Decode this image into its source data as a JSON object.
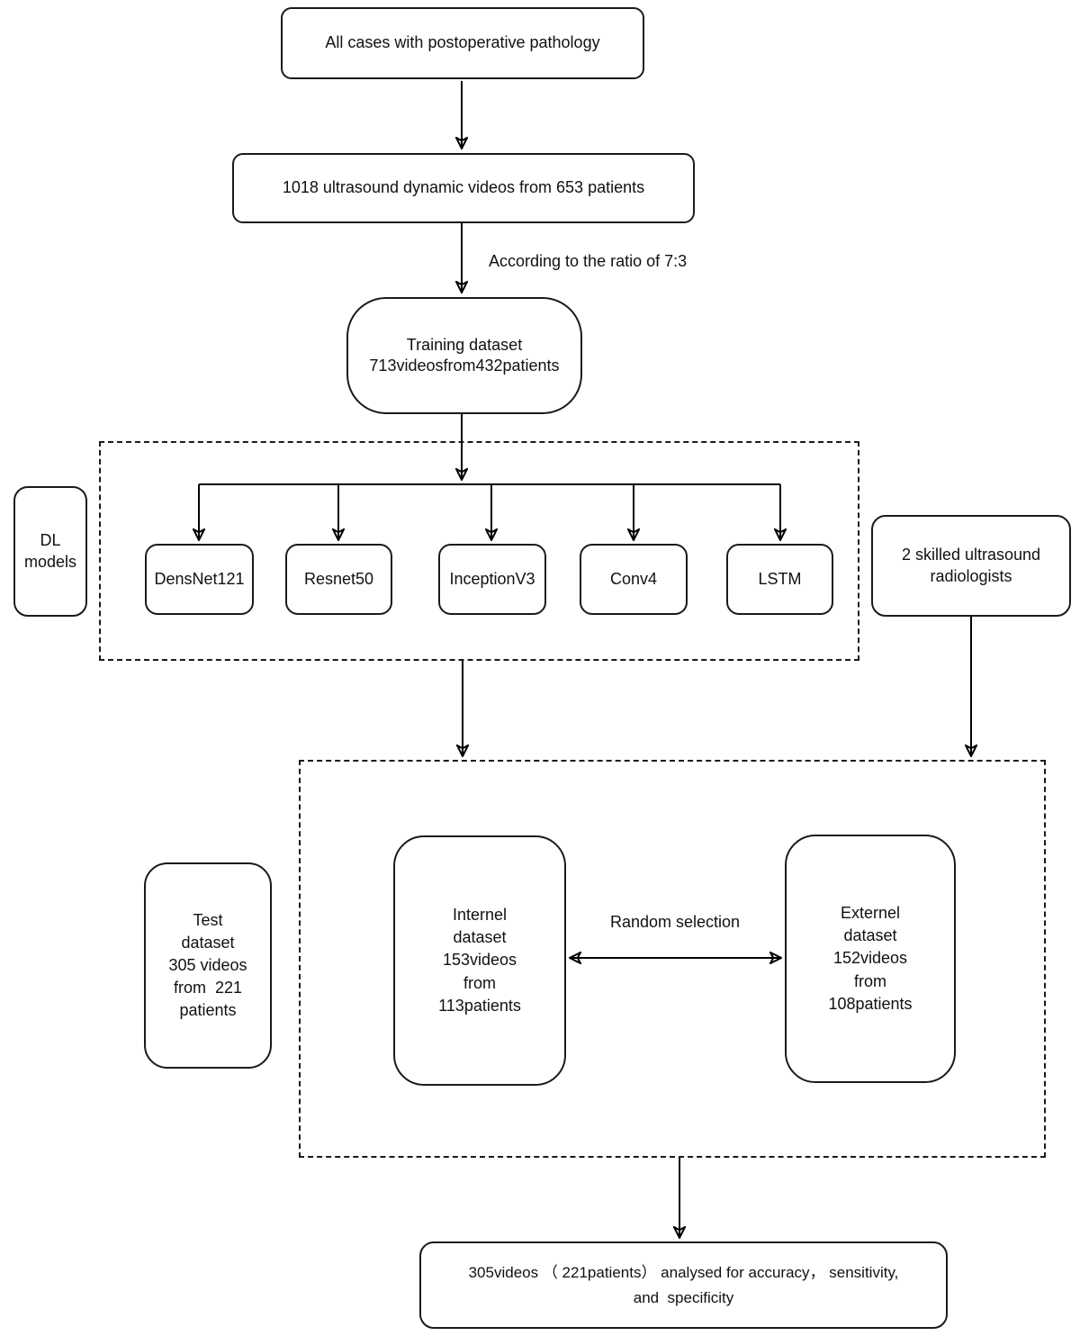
{
  "diagram": {
    "colors": {
      "ink": "#000000",
      "border": "#1a1a1a",
      "background": "#ffffff"
    },
    "nodes": {
      "all_cases": "All cases with postoperative pathology",
      "videos": "1018 ultrasound dynamic videos from 653 patients",
      "training": "Training dataset\n713videosfrom432patients",
      "dl_models": "DL\nmodels",
      "models": [
        "DensNet121",
        "Resnet50",
        "InceptionV3",
        "Conv4",
        "LSTM"
      ],
      "radiologists": "2 skilled ultrasound\nradiologists",
      "test_dataset": "Test\ndataset\n305 videos\nfrom  221\npatients",
      "internal_dataset": "Internel\ndataset\n153videos\nfrom\n113patients",
      "external_dataset": "Externel\ndataset\n152videos\nfrom\n108patients",
      "result": "305videos （ 221patients） analysed for accuracy， sensitivity,\nand  specificity"
    },
    "edge_labels": {
      "ratio": "According to the ratio of 7:3",
      "random_selection": "Random selection"
    }
  }
}
